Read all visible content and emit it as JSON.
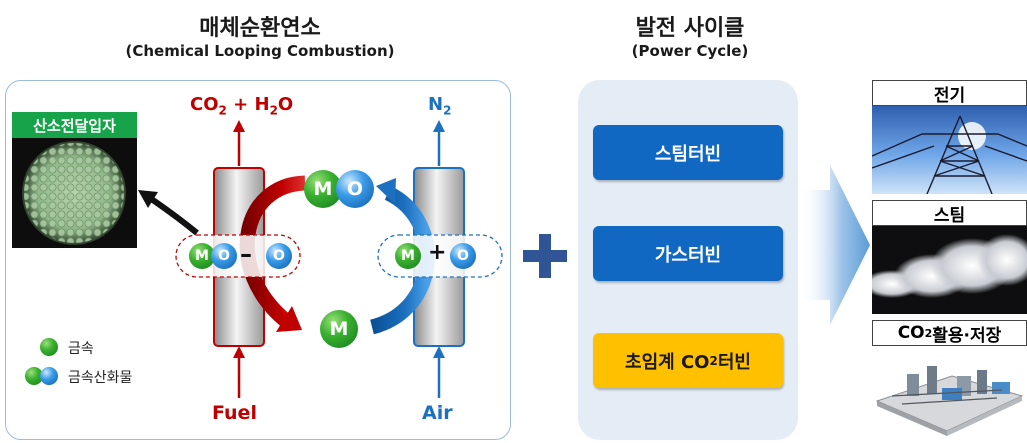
{
  "left_title": {
    "main": "매체순환연소",
    "sub": "(Chemical Looping Combustion)"
  },
  "mid_title": {
    "main": "발전 사이클",
    "sub": "(Power Cycle)"
  },
  "clc": {
    "particle_tag": "산소전달입자",
    "output_left_main": "CO",
    "output_left_sub": "2",
    "output_left_rest": " + H",
    "output_left_sub2": "2",
    "output_left_end": "O",
    "output_right_main": "N",
    "output_right_sub": "2",
    "input_left": "Fuel",
    "input_right": "Air",
    "ball_m": "M",
    "ball_o": "O",
    "dash": "–",
    "plus": "+",
    "legend_metal": "금속",
    "legend_oxide": "금속산화물"
  },
  "power_cycle": {
    "steam_turbine": "스팀터빈",
    "gas_turbine": "가스터빈",
    "sco2_prefix": "초임계 CO",
    "sco2_sub": "2",
    "sco2_suffix": " 터빈"
  },
  "outputs": {
    "electricity": "전기",
    "steam": "스팀",
    "ccus_prefix": "CO",
    "ccus_sub": "2",
    "ccus_suffix": " 활용·저장"
  },
  "colors": {
    "red": "#c00000",
    "blue": "#1c70c0",
    "green_tag": "#17a34a",
    "turbine_blue": "#1068c2",
    "sco2_gold": "#ffc000",
    "plus_blue": "#2f5597"
  }
}
